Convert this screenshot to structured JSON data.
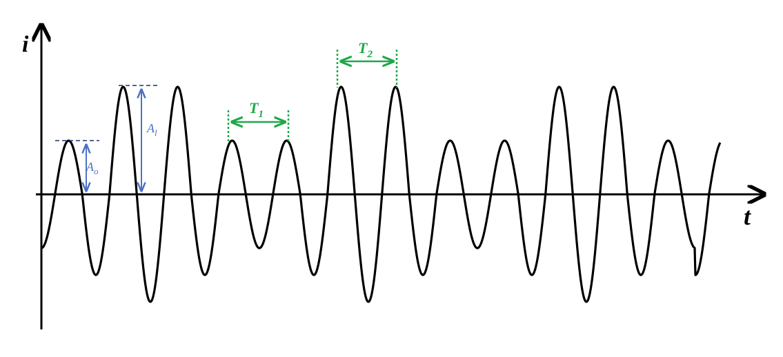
{
  "colors": {
    "wave": "#000000",
    "axis": "#000000",
    "amplitude": "#4a72c4",
    "amplitude_dash": "#1f2f6b",
    "period": "#1ea84a"
  },
  "axes": {
    "y_label": "i",
    "x_label": "t"
  },
  "amplitudes": {
    "a0": {
      "base": "A",
      "sub": "o"
    },
    "a1": {
      "base": "A",
      "sub": "l"
    }
  },
  "periods": {
    "t1": {
      "base": "T",
      "sub": "1"
    },
    "t2": {
      "base": "T",
      "sub": "2"
    }
  },
  "waveform": {
    "cycles_pattern": [
      "small",
      "large",
      "large",
      "small",
      "small",
      "large",
      "large",
      "small",
      "small",
      "large",
      "large",
      "small"
    ],
    "small_amplitude": 1,
    "large_amplitude": 2
  }
}
